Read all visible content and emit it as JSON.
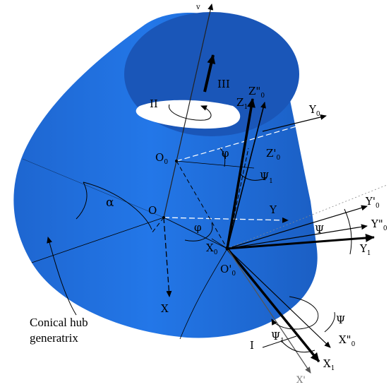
{
  "diagram": {
    "colors": {
      "cone_body": "#1f6fe0",
      "cone_dark": "#1a55b0",
      "ink": "#000000"
    },
    "labels": {
      "v_axis": "v",
      "III": "III",
      "II": "II",
      "I": "I",
      "Z0pp": "Z\"",
      "Z0pp_sub": "0",
      "Z1": "Z",
      "Z1_sub": "1",
      "Y0": "Y",
      "Y0_sub": "0",
      "O0": "O",
      "O0_sub": "0",
      "phi_top": "φ",
      "Z0p": "Z'",
      "Z0p_sub": "0",
      "Psi1_top": "Ψ",
      "Psi1_top_sub": "1",
      "alpha": "α",
      "O": "O",
      "Y": "Y",
      "phi_mid": "φ",
      "X0": "X",
      "X0_sub": "0",
      "Y0p": "Y'",
      "Y0p_sub": "0",
      "Y0pp": "Y\"",
      "Y0pp_sub": "0",
      "Psi_right": "Ψ",
      "Y1": "Y",
      "Y1_sub": "1",
      "O0p": "O'",
      "O0p_sub": "0",
      "X": "X",
      "Psi_bottom": "Ψ",
      "Psi1_bottom": "Ψ",
      "Psi1_bottom_sub": "1",
      "X0pp": "X\"",
      "X0pp_sub": "0",
      "X1": "X",
      "X1_sub": "1",
      "X0p_cut": "X'",
      "callout_line1": "Conical hub",
      "callout_line2": "generatrix"
    }
  }
}
